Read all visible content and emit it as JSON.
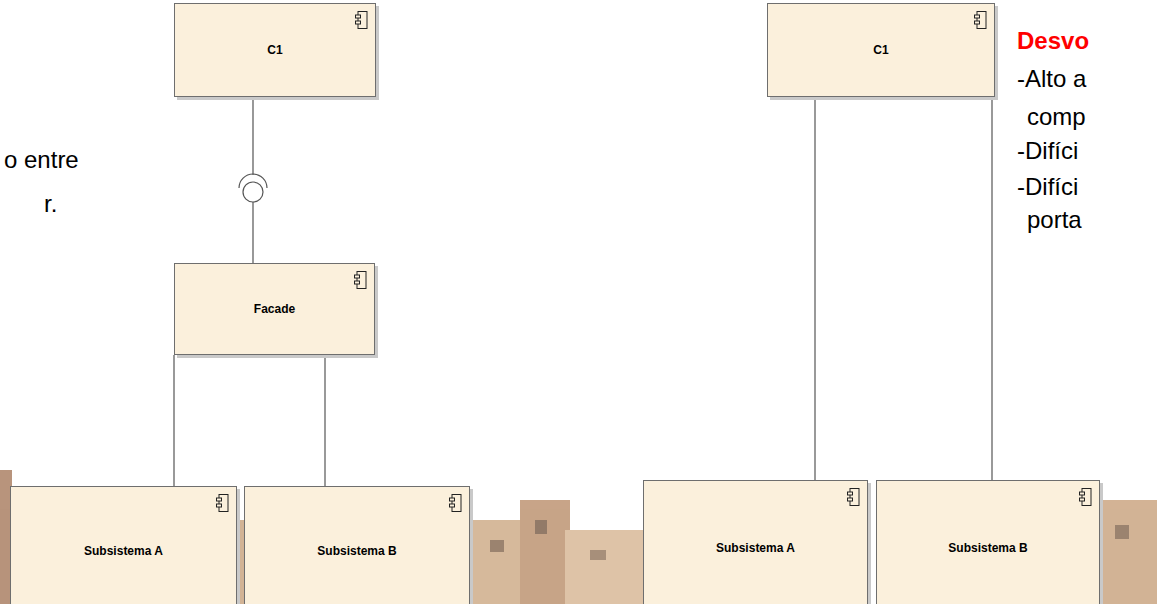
{
  "diagram": {
    "nodes": [
      {
        "text": [
          "C1"
        ]
      },
      {
        "text": [
          "Facade"
        ]
      },
      {
        "text": [
          "Subsistema A"
        ]
      },
      {
        "text": [
          "Subsistema B"
        ]
      },
      {
        "text": [
          "C1"
        ]
      },
      {
        "text": [
          "Subsistema A"
        ]
      },
      {
        "text": [
          "Subsistema B"
        ]
      }
    ],
    "edges": [
      {
        "from": 0,
        "to": 1,
        "arrow": "none"
      },
      {
        "from": 1,
        "to": 2,
        "arrow": "none"
      },
      {
        "from": 1,
        "to": 3,
        "arrow": "none"
      },
      {
        "from": 4,
        "to": 5,
        "arrow": "none"
      },
      {
        "from": 4,
        "to": 6,
        "arrow": "none"
      }
    ],
    "labels": [
      "o entre",
      "r.",
      "Desvo",
      "-Alto a",
      "comp",
      "-Difíci",
      "-Difíci",
      "porta"
    ]
  }
}
